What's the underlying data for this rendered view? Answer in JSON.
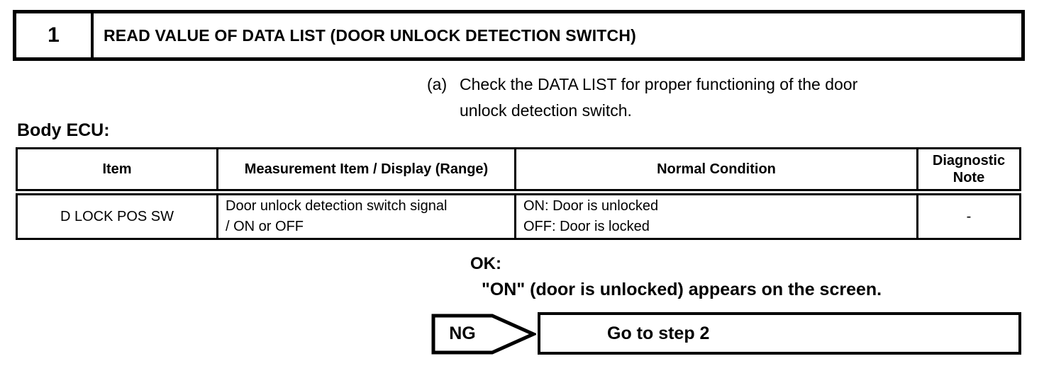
{
  "step": {
    "number": "1",
    "title": "READ VALUE OF DATA LIST (DOOR UNLOCK DETECTION SWITCH)"
  },
  "instruction": {
    "label": "(a)",
    "text": "Check the DATA LIST for proper functioning of the door\nunlock detection switch."
  },
  "section_label": "Body ECU:",
  "table": {
    "headers": [
      "Item",
      "Measurement Item / Display (Range)",
      "Normal Condition",
      "Diagnostic\nNote"
    ],
    "rows": [
      {
        "item": "D LOCK POS SW",
        "measurement": "Door unlock detection switch signal\n/ ON or OFF",
        "condition": "ON: Door is unlocked\nOFF: Door is locked",
        "note": "-"
      }
    ]
  },
  "result": {
    "ok_label": "OK:",
    "ok_text": "\"ON\" (door is unlocked) appears on the screen."
  },
  "ng": {
    "label": "NG",
    "action": "Go to step 2"
  },
  "colors": {
    "ink": "#000000",
    "paper": "#ffffff"
  }
}
